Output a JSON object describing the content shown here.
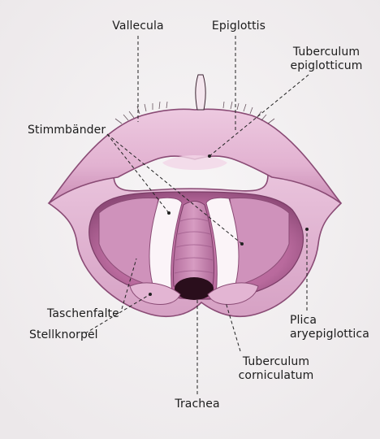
{
  "labels": {
    "vallecula": "Vallecula",
    "epiglottis": "Epiglottis",
    "tuberculum_epiglotticum_1": "Tuberculum",
    "tuberculum_epiglotticum_2": "epiglotticum",
    "stimmbaender": "Stimmbänder",
    "taschenfalte": "Taschenfalte",
    "stellknorpel": "Stellknorpel",
    "trachea": "Trachea",
    "tuberculum_corniculatum_1": "Tuberculum",
    "tuberculum_corniculatum_2": "corniculatum",
    "plica_1": "Plica",
    "plica_2": "aryepiglottica"
  },
  "colors": {
    "background_paper": "#f4f1f3",
    "mucosa_light": "#e7bfd8",
    "mucosa_mid": "#d49cc0",
    "mucosa_dark": "#9c5a86",
    "vocal_cord": "#faf3f7",
    "airway_dark": "#2a0e1c",
    "leader_line": "#222222"
  }
}
